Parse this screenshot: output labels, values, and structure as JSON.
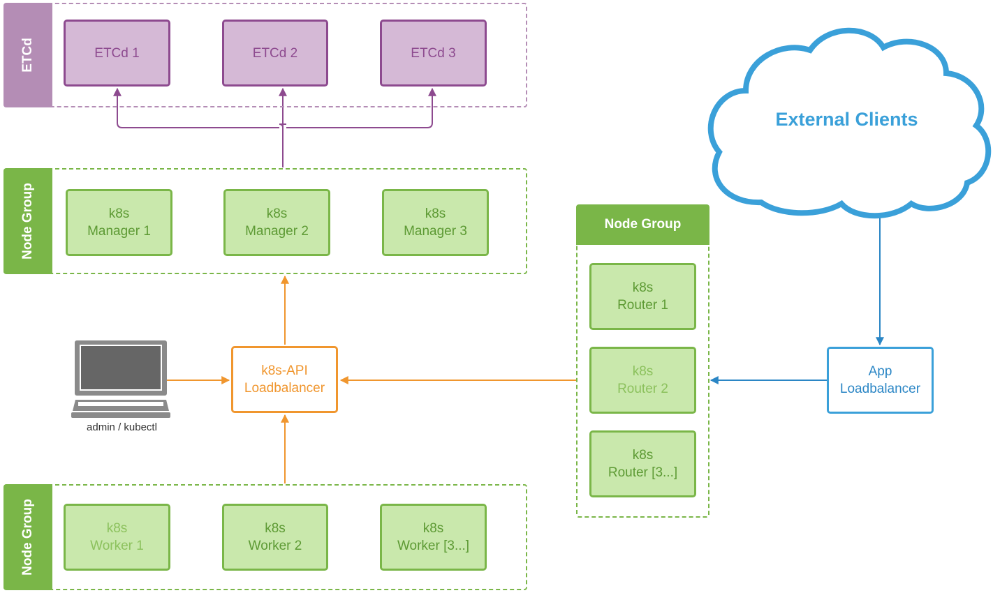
{
  "etcd_group": {
    "label": "ETCd",
    "nodes": [
      "ETCd 1",
      "ETCd 2",
      "ETCd 3"
    ]
  },
  "manager_group": {
    "label": "Node Group",
    "nodes": [
      {
        "line1": "k8s",
        "line2": "Manager 1"
      },
      {
        "line1": "k8s",
        "line2": "Manager 2"
      },
      {
        "line1": "k8s",
        "line2": "Manager 3"
      }
    ]
  },
  "worker_group": {
    "label": "Node Group",
    "nodes": [
      {
        "line1": "k8s",
        "line2": "Worker 1"
      },
      {
        "line1": "k8s",
        "line2": "Worker 2"
      },
      {
        "line1": "k8s",
        "line2": "Worker [3...]"
      }
    ]
  },
  "router_group": {
    "label": "Node Group",
    "nodes": [
      {
        "line1": "k8s",
        "line2": "Router 1"
      },
      {
        "line1": "k8s",
        "line2": "Router 2"
      },
      {
        "line1": "k8s",
        "line2": "Router [3...]"
      }
    ]
  },
  "api_lb": {
    "line1": "k8s-API",
    "line2": "Loadbalancer"
  },
  "app_lb": {
    "line1": "App",
    "line2": "Loadbalancer"
  },
  "cloud": {
    "label": "External Clients"
  },
  "laptop": {
    "label": "admin / kubectl",
    "icon": "laptop-icon"
  },
  "colors": {
    "etcd": "#8d4a8f",
    "node_green": "#7ab648",
    "api": "#f0962e",
    "external": "#3aa0d9"
  }
}
